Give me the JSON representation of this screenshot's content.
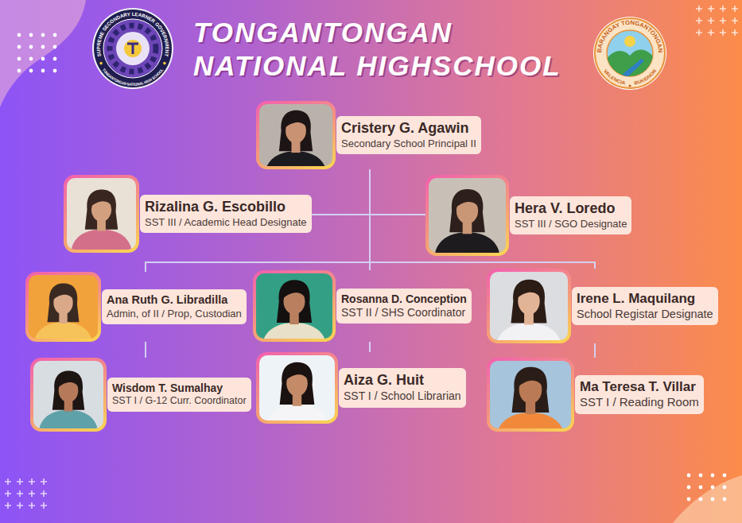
{
  "diagram": {
    "title": "TONGANTONGAN NATIONAL HIGHSCHOOL",
    "nodes": [
      {
        "text": [
          "Cristery G. Agawin",
          "Secondary School Principal II"
        ]
      },
      {
        "text": [
          "Rizalina G. Escobillo",
          "SST III / Academic Head Designate"
        ]
      },
      {
        "text": [
          "Hera V. Loredo",
          "SST III / SGO Designate"
        ]
      },
      {
        "text": [
          "Ana Ruth G. Libradilla",
          "Admin, of II / Prop, Custodian"
        ]
      },
      {
        "text": [
          "Rosanna D. Conception",
          "SST II / SHS Coordinator"
        ]
      },
      {
        "text": [
          "Irene L. Maquilang",
          "School Registar Designate"
        ]
      },
      {
        "text": [
          "Wisdom T. Sumalhay",
          "SST I / G-12 Curr. Coordinator"
        ]
      },
      {
        "text": [
          "Aiza G. Huit",
          "SST I / School Librarian"
        ]
      },
      {
        "text": [
          "Ma Teresa T. Villar",
          "SST I / Reading Room"
        ]
      }
    ],
    "edges": [
      {
        "from": 0,
        "to": 1,
        "arrow": "none"
      },
      {
        "from": 0,
        "to": 2,
        "arrow": "none"
      },
      {
        "from": 0,
        "to": 3,
        "arrow": "none"
      },
      {
        "from": 0,
        "to": 4,
        "arrow": "none"
      },
      {
        "from": 0,
        "to": 5,
        "arrow": "none"
      },
      {
        "from": 3,
        "to": 6,
        "arrow": "none"
      },
      {
        "from": 4,
        "to": 7,
        "arrow": "none"
      },
      {
        "from": 5,
        "to": 8,
        "arrow": "none"
      }
    ],
    "labels": [
      "SUPREME SECONDARY LEARNER GOVERNMENT",
      "TONGANTONGAN NATIONAL HIGH SCHOOL",
      "BARANGAY TONGANTONGAN",
      "VALENCIA",
      "BUKIDNON"
    ]
  }
}
